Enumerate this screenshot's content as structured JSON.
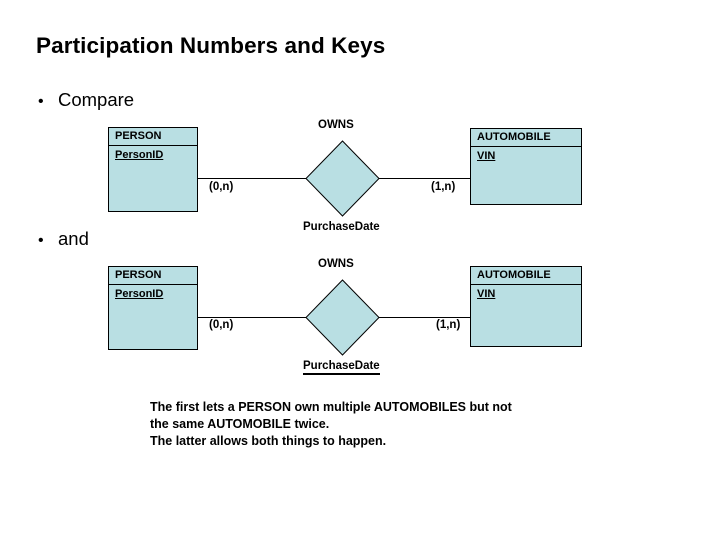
{
  "slide": {
    "title": "Participation Numbers and Keys",
    "bullets": [
      {
        "glyph": "•",
        "label": "Compare"
      },
      {
        "glyph": "•",
        "label": "and"
      }
    ],
    "explanation": [
      "The first lets a PERSON own multiple AUTOMOBILES but not",
      "the same AUTOMOBILE twice.",
      "The latter allows both things to happen."
    ]
  },
  "colors": {
    "entity_fill": "#b9dfe3",
    "diamond_fill": "#b9dfe3",
    "stroke": "#000000",
    "background": "#ffffff",
    "text": "#000000"
  },
  "diagrams": [
    {
      "id": "diagram-first",
      "left_entity": {
        "name": "PERSON",
        "attributes": [
          {
            "label": "PersonID",
            "is_key": true
          }
        ]
      },
      "right_entity": {
        "name": "AUTOMOBILE",
        "attributes": [
          {
            "label": "VIN",
            "is_key": true
          }
        ]
      },
      "relationship": {
        "name": "OWNS",
        "attribute": {
          "label": "PurchaseDate",
          "is_key": false
        }
      },
      "cardinality_left": "(0,n)",
      "cardinality_right": "(1,n)"
    },
    {
      "id": "diagram-second",
      "left_entity": {
        "name": "PERSON",
        "attributes": [
          {
            "label": "PersonID",
            "is_key": true
          }
        ]
      },
      "right_entity": {
        "name": "AUTOMOBILE",
        "attributes": [
          {
            "label": "VIN",
            "is_key": true
          }
        ]
      },
      "relationship": {
        "name": "OWNS",
        "attribute": {
          "label": "PurchaseDate",
          "is_key": true
        }
      },
      "cardinality_left": "(0,n)",
      "cardinality_right": "(1,n)"
    }
  ]
}
